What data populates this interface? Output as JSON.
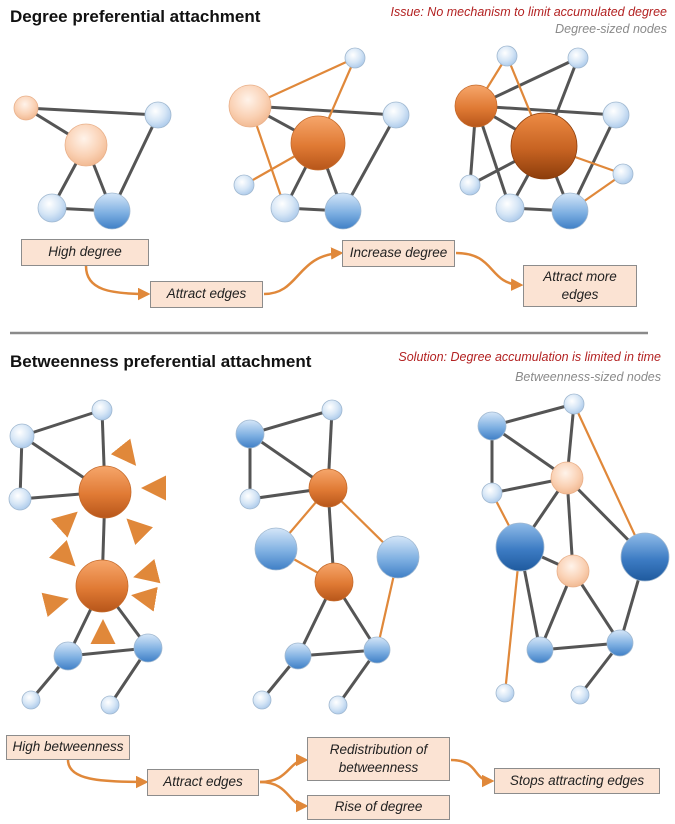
{
  "top": {
    "title": "Degree preferential attachment",
    "issue": "Issue: No mechanism to limit accumulated degree",
    "sizing": "Degree-sized nodes",
    "flow": {
      "step1": "High degree",
      "step2": "Attract edges",
      "step3": "Increase degree",
      "step4": "Attract more edges"
    }
  },
  "bottom": {
    "title": "Betweenness preferential attachment",
    "solution": "Solution: Degree accumulation is limited in time",
    "sizing": "Betweenness-sized nodes",
    "flow": {
      "step1": "High betweenness",
      "step2": "Attract edges",
      "step3a": "Redistribution of betweenness",
      "step3b": "Rise of degree",
      "step4": "Stops attracting edges"
    }
  },
  "colors": {
    "edge_gray": "#555555",
    "edge_orange": "#e0883a",
    "arrow_orange": "#e0883a",
    "box_fill": "#fbe3d3",
    "note_red": "#b32222",
    "note_gray": "#8a8a8a",
    "divider": "#8a8a8a"
  }
}
